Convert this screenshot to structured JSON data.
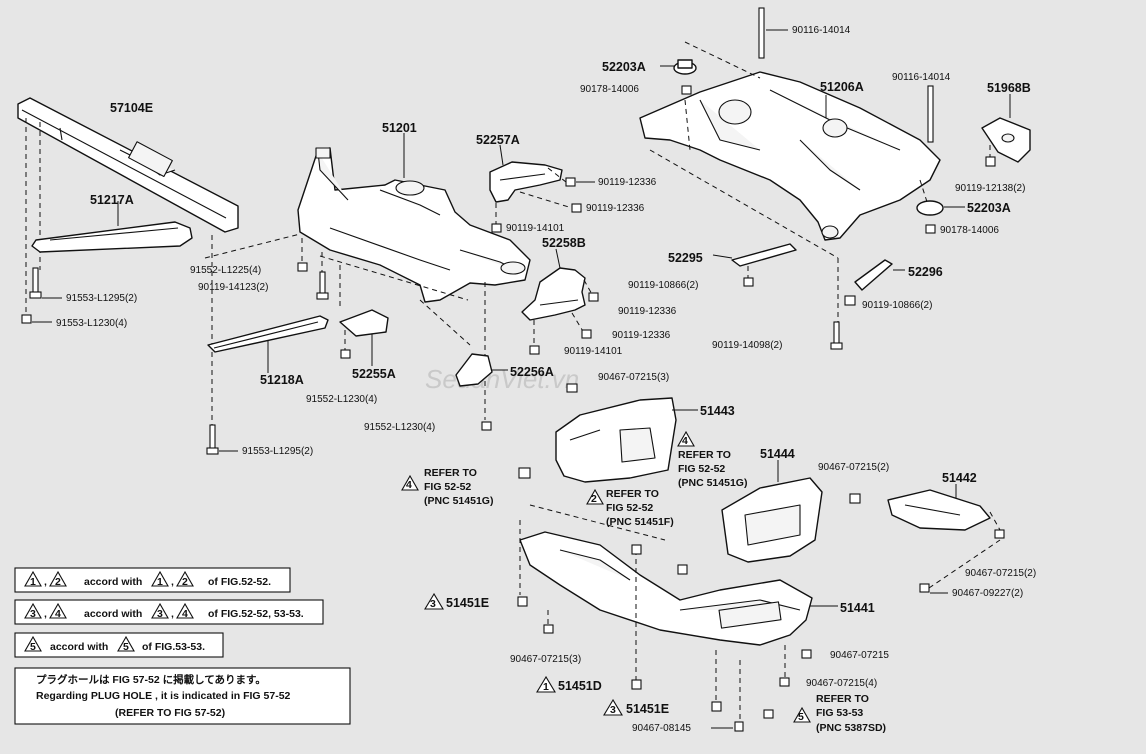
{
  "watermark": "SedanViet.vn",
  "part_labels": {
    "p57104E": "57104E",
    "p51217A": "51217A",
    "p51201": "51201",
    "p52257A": "52257A",
    "p52258B": "52258B",
    "p51218A": "51218A",
    "p52255A": "52255A",
    "p52256A": "52256A",
    "p52203A_top": "52203A",
    "p51206A": "51206A",
    "p51968B": "51968B",
    "p52203A_right": "52203A",
    "p52295": "52295",
    "p52296": "52296",
    "p51443": "51443",
    "p51444": "51444",
    "p51442": "51442",
    "p51441": "51441",
    "p51451E_a": "51451E",
    "p51451D": "51451D",
    "p51451E_b": "51451E"
  },
  "fastener_labels": {
    "f1": "90116-14014",
    "f2": "90178-14006",
    "f3": "90116-14014",
    "f4": "90119-12336",
    "f5": "90119-12336",
    "f6": "90119-14101",
    "f7": "90119-12138(2)",
    "f8": "90178-14006",
    "f9": "91552-L1225(4)",
    "f10": "90119-14123(2)",
    "f11": "91553-L1295(2)",
    "f12": "91553-L1230(4)",
    "f13": "90119-10866(2)",
    "f14": "90119-12336",
    "f15": "90119-12336",
    "f16": "90119-10866(2)",
    "f17": "90119-14101",
    "f18": "90119-14098(2)",
    "f19": "91552-L1230(4)",
    "f20": "90467-07215(3)",
    "f21": "91552-L1230(4)",
    "f22": "91553-L1295(2)",
    "f23": "90467-07215(2)",
    "f24": "90467-07215(2)",
    "f25": "90467-09227(2)",
    "f26": "90467-07215(3)",
    "f27": "90467-07215",
    "f28": "90467-07215(4)",
    "f29": "90467-08145"
  },
  "notes": {
    "n1_ref": "REFER TO",
    "n1_fig": "FIG 52-52",
    "n1_pnc": "(PNC 51451G)",
    "n2_ref": "REFER TO",
    "n2_fig": "FIG 52-52",
    "n2_pnc": "(PNC 51451F)",
    "n3_ref": "REFER TO",
    "n3_fig": "FIG 52-52",
    "n3_pnc": "(PNC 51451G)",
    "n4_ref": "REFER TO",
    "n4_fig": "FIG 53-53",
    "n4_pnc": "(PNC 5387SD)"
  },
  "triangle_marks": {
    "t1": "1",
    "t2": "2",
    "t3": "3",
    "t4": "4",
    "t5": "5",
    "tn1": "4",
    "tn2": "2",
    "tn3": "4",
    "tn4": "5",
    "tp1": "3",
    "tp2": "1",
    "tp3": "3"
  },
  "legend": {
    "row1": {
      "mark_a": "1",
      "mark_b": "2",
      "text_mid": "accord with",
      "mark_c": "1",
      "mark_d": "2",
      "text_end": "of FIG.52-52."
    },
    "row2": {
      "mark_a": "3",
      "mark_b": "4",
      "text_mid": "accord with",
      "mark_c": "3",
      "mark_d": "4",
      "text_end": "of FIG.52-52, 53-53."
    },
    "row3": {
      "mark_a": "5",
      "text_mid": "accord with",
      "mark_c": "5",
      "text_end": "of FIG.53-53."
    },
    "jp_line": "プラグホールは FIG 57-52 に掲載してあります。",
    "en_line1": "Regarding  PLUG  HOLE , it is indicated in FIG  57-52",
    "en_line2": "(REFER  TO  FIG  57-52)"
  }
}
